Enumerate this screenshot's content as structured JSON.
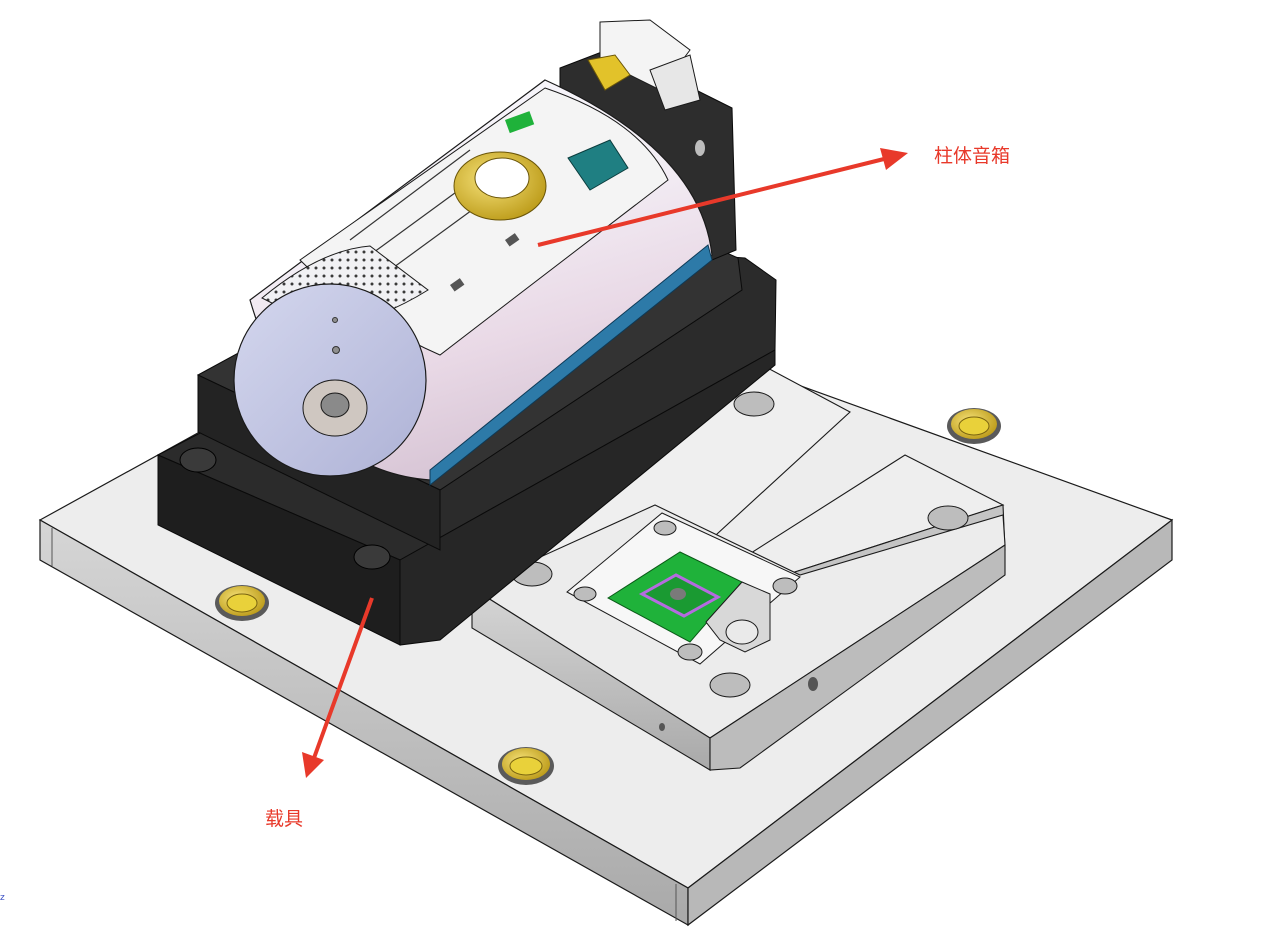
{
  "annotations": {
    "speaker_label": "柱体音箱",
    "fixture_label": "载具"
  },
  "axis_indicator": "z",
  "colors": {
    "callout": "#e8392a",
    "base_plate": "#ececec",
    "fixture_body": "#2a2a2a",
    "speaker_shell": "#eef0f6",
    "pcb": "#1fb23a",
    "brass": "#e2c22a"
  },
  "icons": {
    "speaker_arrow": "arrow-right-icon",
    "fixture_arrow": "arrow-down-icon"
  }
}
